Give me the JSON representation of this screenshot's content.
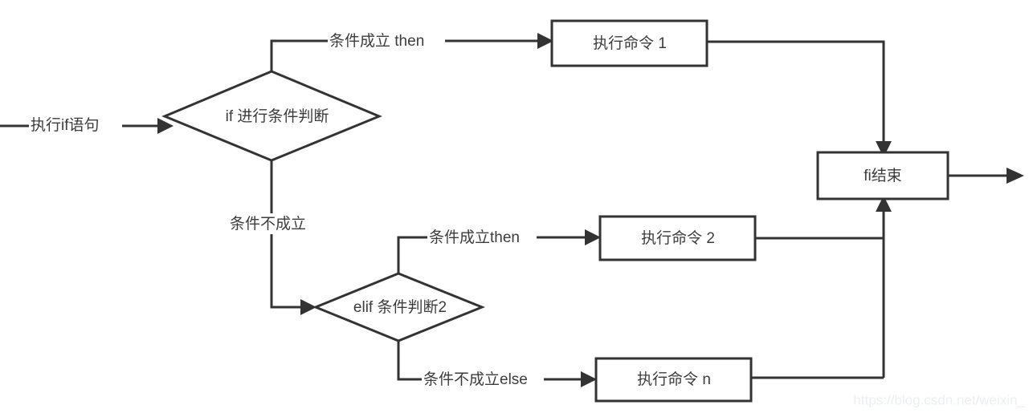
{
  "diagram": {
    "title": "if elif else flowchart",
    "colors": {
      "stroke": "#333333",
      "fill": "#ffffff",
      "text": "#3c3c3c",
      "watermark": "#eceff1",
      "background": "#ffffff"
    },
    "nodes": {
      "start_label": "执行if语句",
      "decision_if": "if 进行条件判断",
      "command_1": "执行命令 1",
      "decision_elif": "elif 条件判断2",
      "command_2": "执行命令 2",
      "command_n": "执行命令 n",
      "end": "fi结束"
    },
    "edges": {
      "if_true": "条件成立 then",
      "if_false": "条件不成立",
      "elif_true": "条件成立then",
      "elif_false": "条件不成立else"
    }
  },
  "watermark": {
    "text": "https://blog.csdn.net/weixin_"
  }
}
